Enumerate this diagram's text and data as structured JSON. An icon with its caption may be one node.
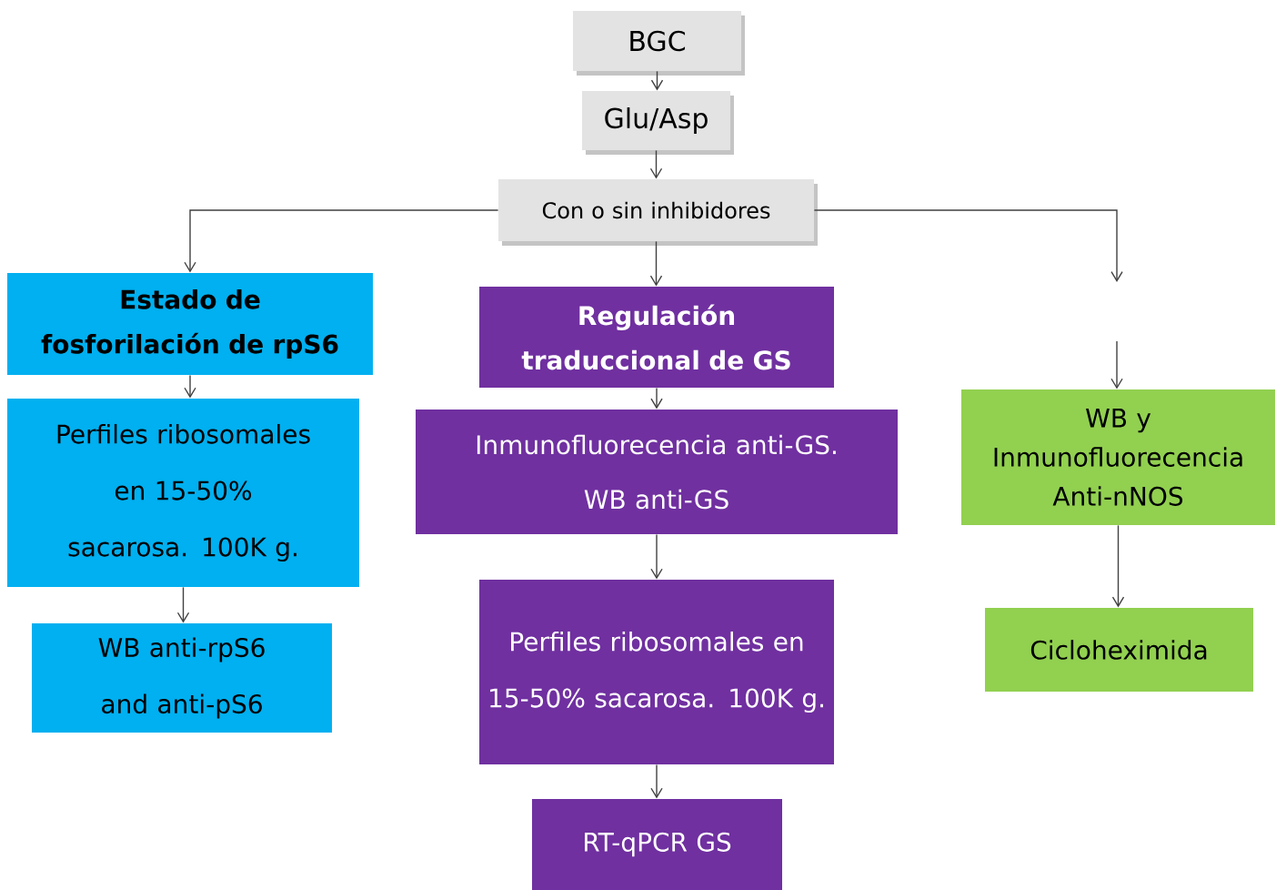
{
  "diagram": {
    "nodes": [
      {
        "text": [
          "BGC"
        ]
      },
      {
        "text": [
          "Glu/Asp"
        ]
      },
      {
        "text": [
          "Con o sin inhibidores"
        ]
      },
      {
        "text": [
          "Estado de fosforilación de rpS6"
        ]
      },
      {
        "text": [
          "Perfiles ribosomales en 15-50% sacarosa. 100K g."
        ]
      },
      {
        "text": [
          "WB anti-rpS6 and anti-pS6"
        ]
      },
      {
        "text": [
          "Regulación traduccional de GS"
        ]
      },
      {
        "text": [
          "Inmunofluorecencia anti-GS.",
          "WB anti-GS"
        ]
      },
      {
        "text": [
          "Perfiles ribosomales en 15-50% sacarosa. 100K g."
        ]
      },
      {
        "text": [
          "RT-qPCR GS"
        ]
      },
      {
        "text": [
          "WB y Inmunofluorecencia Anti-nNOS"
        ]
      },
      {
        "text": [
          "Cicloheximida"
        ]
      }
    ],
    "edges": [
      {
        "from": 0,
        "to": 1,
        "arrow": "to"
      },
      {
        "from": 1,
        "to": 2,
        "arrow": "to"
      },
      {
        "from": 2,
        "to": 3,
        "arrow": "to"
      },
      {
        "from": 2,
        "to": 6,
        "arrow": "to"
      },
      {
        "from": 2,
        "to": null,
        "arrow": "to"
      },
      {
        "from": null,
        "to": 10,
        "arrow": "to"
      },
      {
        "from": 3,
        "to": 4,
        "arrow": "to"
      },
      {
        "from": 4,
        "to": 5,
        "arrow": "to"
      },
      {
        "from": 6,
        "to": 7,
        "arrow": "to"
      },
      {
        "from": 7,
        "to": 8,
        "arrow": "to"
      },
      {
        "from": 8,
        "to": 9,
        "arrow": "to"
      },
      {
        "from": 10,
        "to": 11,
        "arrow": "to"
      }
    ]
  }
}
